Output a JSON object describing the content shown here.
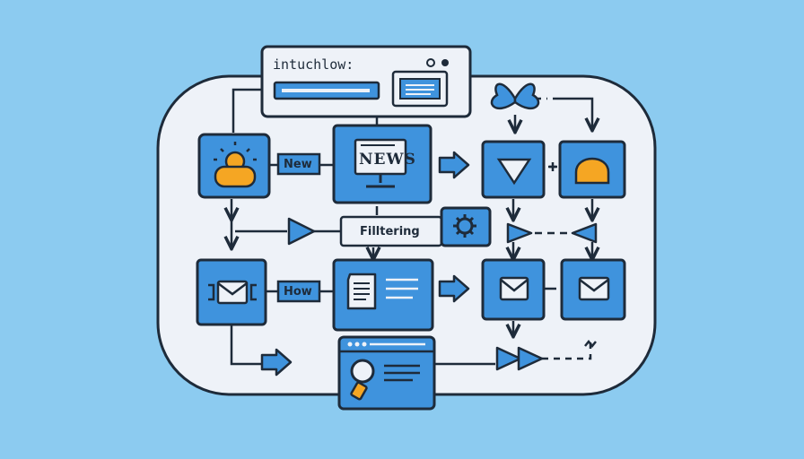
{
  "title": "intuchlow:",
  "labels": {
    "new": "New",
    "news": "NEWS",
    "filtering": "Filltering",
    "how": "How"
  },
  "colors": {
    "background": "#8ccbf0",
    "panel": "#eef2f8",
    "node": "#3f93dd",
    "outline": "#1e2b3a",
    "accent": "#f5a623"
  },
  "icons": [
    "person-icon",
    "monitor-icon",
    "triangle-down-icon",
    "dome-icon",
    "gear-icon",
    "mail-icon",
    "document-icon",
    "browser-search-icon",
    "butterfly-icon",
    "arrow-right-icon"
  ]
}
